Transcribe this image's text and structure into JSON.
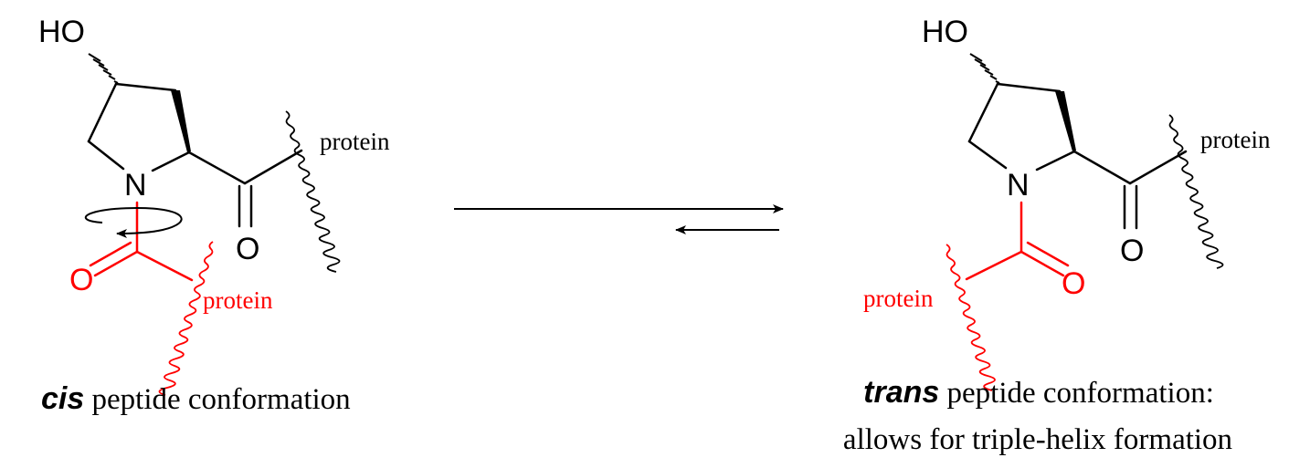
{
  "colors": {
    "main": "#000000",
    "highlight": "#ff0000"
  },
  "left": {
    "hydroxyl": "HO",
    "nitrogen": "N",
    "carbonyl_oxygen": "O",
    "acyl_oxygen": "O",
    "protein_top": "protein",
    "protein_bottom": "protein",
    "caption_bold": "cis",
    "caption_rest": " peptide conformation"
  },
  "right": {
    "hydroxyl": "HO",
    "nitrogen": "N",
    "carbonyl_oxygen": "O",
    "acyl_oxygen": "O",
    "protein_top": "protein",
    "protein_bottom": "protein",
    "caption_bold": "trans",
    "caption_rest": " peptide conformation:",
    "caption_line2": "allows for triple-helix formation"
  },
  "equilibrium_icon": "equilibrium-arrows-icon",
  "rotation_icon": "rotation-arrow-icon"
}
